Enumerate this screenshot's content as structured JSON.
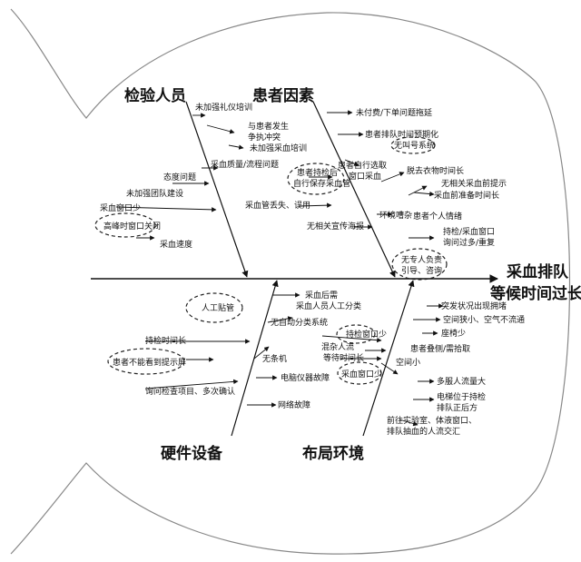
{
  "categories": {
    "testers": "检验人员",
    "patients": "患者因素",
    "hardware": "硬件设备",
    "layout": "布局环境"
  },
  "head": {
    "line1": "采血排队",
    "line2": "等候时间过长"
  },
  "testers": {
    "c1": "未加强礼仪培训",
    "c2a": "与患者发生",
    "c2b": "争执冲突",
    "c3": "未加强采血培训",
    "c4": "采血质量/流程问题",
    "c5": "态度问题",
    "c6": "未加强团队建设",
    "c7": "采血窗口少",
    "c8": "高峰时窗口关闭",
    "c9": "采血速度"
  },
  "patients": {
    "p1": "未付费/下单问题拖延",
    "p2": "患者排队时间预期化",
    "p3": "无叫号系统",
    "p4a": "患者自行选取",
    "p4b": "窗口采血",
    "p5a": "患者持检后",
    "p5b": "自行保存采血管",
    "p6": "脱去衣物时间长",
    "p7": "无相关采血前提示",
    "p8": "采血前准备时间长",
    "p9": "采血管丢失、误用",
    "p10": "环境嘈杂",
    "p11": "患者个人情绪",
    "p12": "无相关宣传海报",
    "p13a": "持检/采血窗口",
    "p13b": "询问过多/重复",
    "p14a": "无专人负责",
    "p14b": "引导、咨询"
  },
  "hardware": {
    "h1": "人工贴管",
    "h2": "采血后需",
    "h3": "采血人员人工分类",
    "h4": "无自动分类系统",
    "h5": "持检时间长",
    "h6": "患者不能看到提示屏",
    "h7": "无条机",
    "h8": "电脑仪器故障",
    "h9": "询问检查项目、多次确认",
    "h10": "网络故障"
  },
  "layout": {
    "l1": "突发状况出现拥堵",
    "l2": "空间狭小、空气不流通",
    "l3": "座椅少",
    "l4": "混杂人流",
    "l5": "持检窗口少",
    "l6": "等待时间长",
    "l7": "患者叠侧/需拾取",
    "l8": "空间小",
    "l9": "采血窗口少",
    "l10": "多服人流量大",
    "l11a": "电梯位于持检",
    "l11b": "排队正后方",
    "l12a": "前往实验室、体液窗口、",
    "l12b": "排队抽血的人流交汇"
  }
}
